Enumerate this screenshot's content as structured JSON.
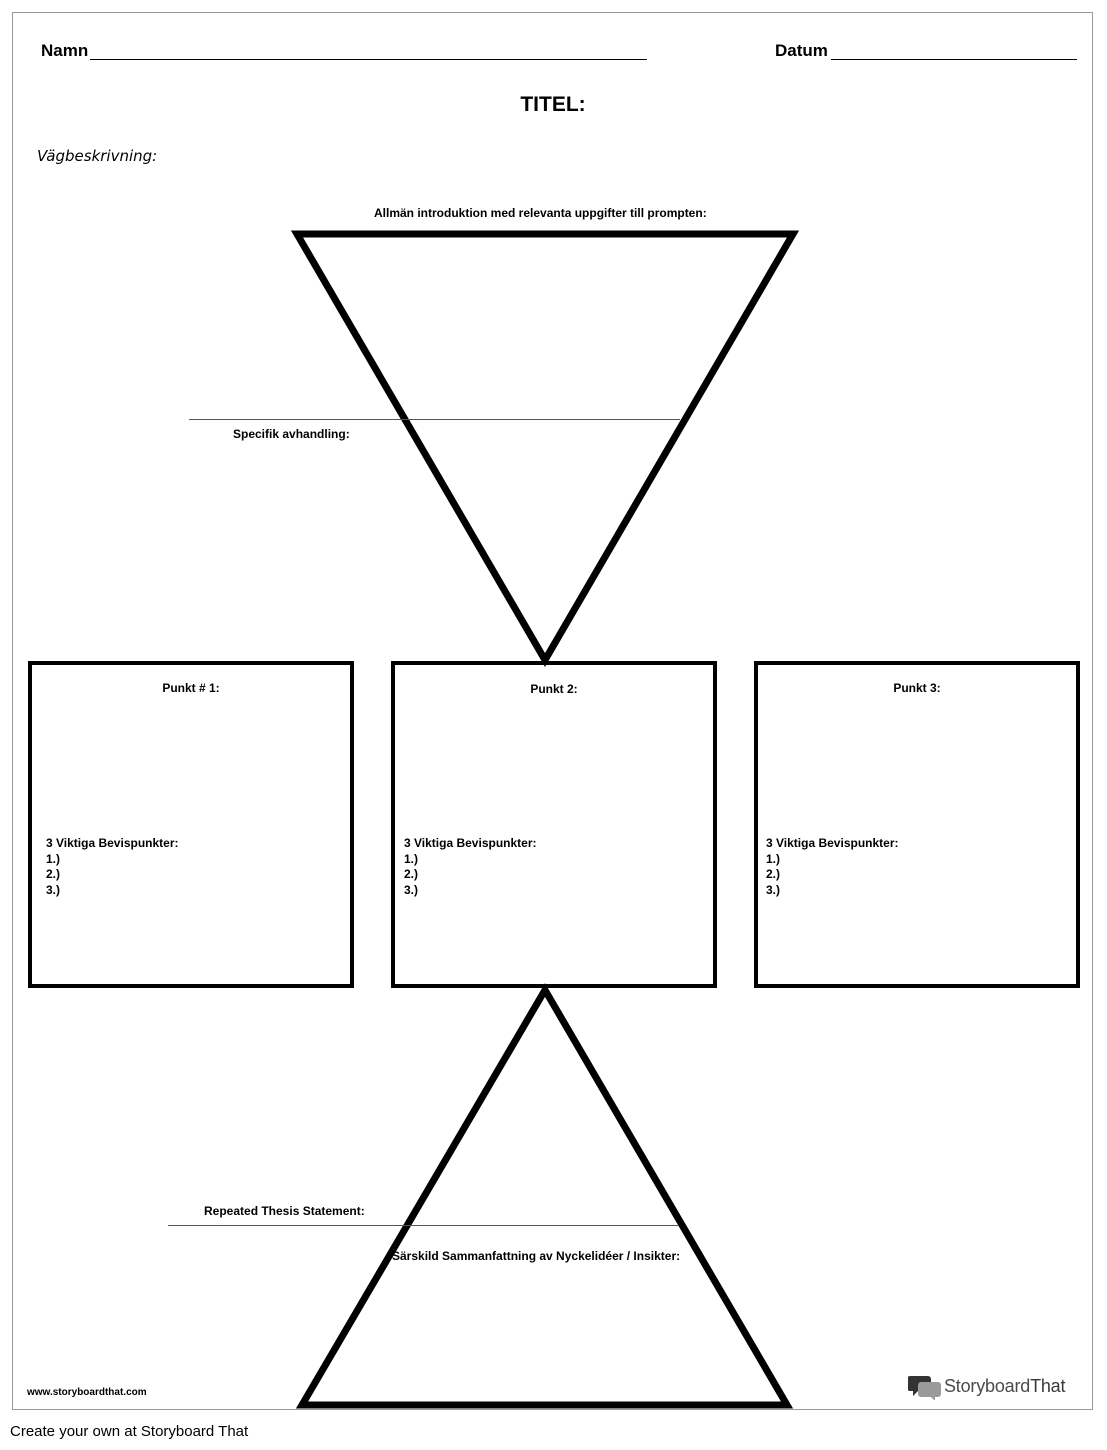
{
  "header": {
    "name_label": "Namn",
    "date_label": "Datum",
    "title": "TITEL:",
    "directions": "Vägbeskrivning:"
  },
  "intro": {
    "general_label": "Allmän introduktion med relevanta uppgifter till prompten:",
    "thesis_label": "Specifik avhandling:"
  },
  "points": [
    {
      "title": "Punkt # 1:",
      "evidence_label": "3 Viktiga Bevispunkter:",
      "items": [
        "1.)",
        "2.)",
        "3.)"
      ]
    },
    {
      "title": "Punkt 2:",
      "evidence_label": "3 Viktiga Bevispunkter:",
      "items": [
        "1.)",
        "2.)",
        "3.)"
      ]
    },
    {
      "title": "Punkt 3:",
      "evidence_label": "3 Viktiga Bevispunkter:",
      "items": [
        "1.)",
        "2.)",
        "3.)"
      ]
    }
  ],
  "conclusion": {
    "repeated_label": "Repeated Thesis Statement:",
    "summary_label": "Särskild Sammanfattning av Nyckelidéer / Insikter:"
  },
  "footer": {
    "url": "www.storyboardthat.com",
    "logo_text_main": "Storyboard",
    "logo_text_accent": "That",
    "logo_icon": "speech-bubbles-icon",
    "create_own": "Create your own at Storyboard That"
  }
}
